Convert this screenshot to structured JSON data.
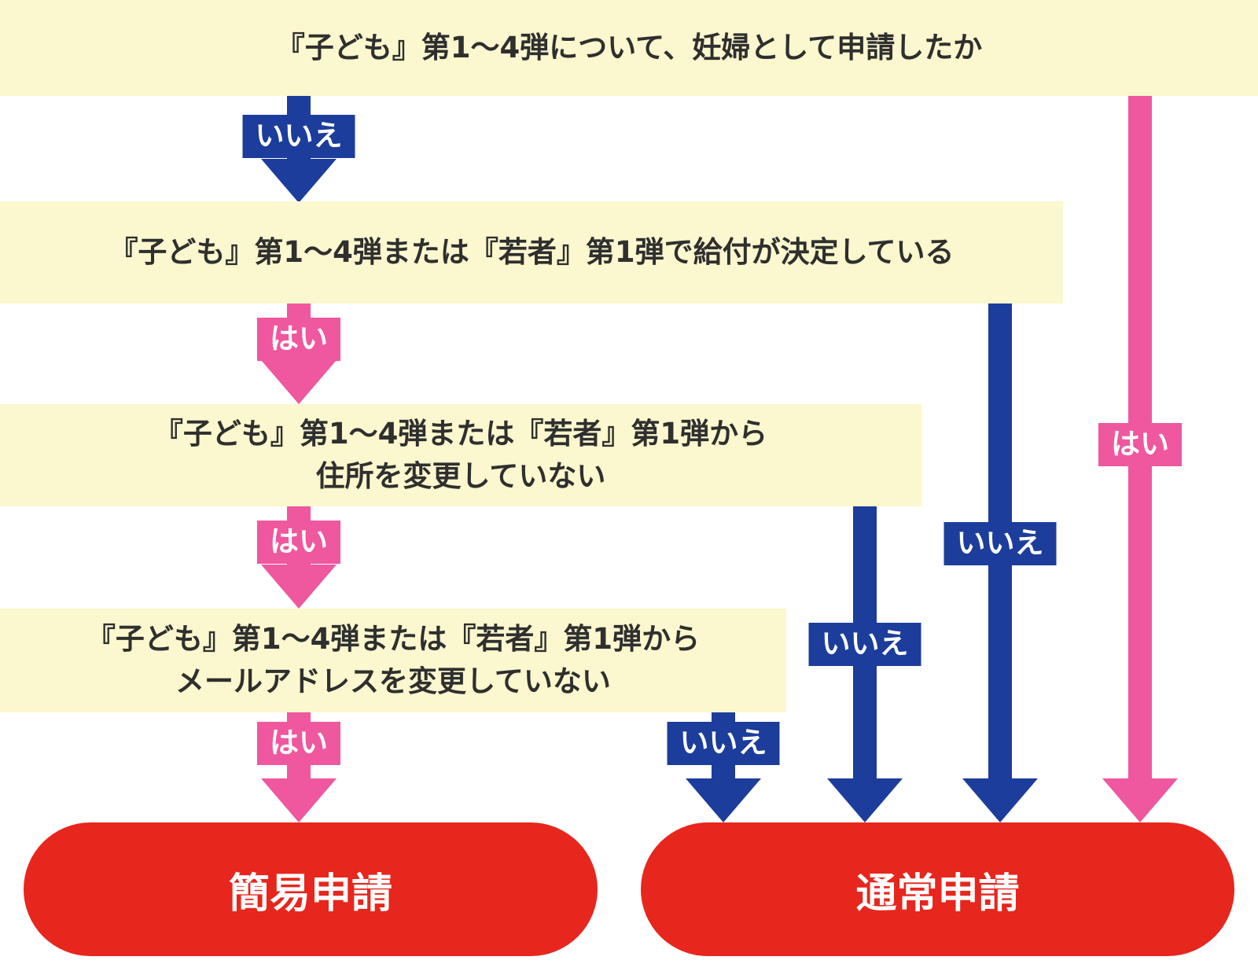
{
  "boxes": {
    "q1": "『子ども』第1〜4弾について、妊婦として申請したか",
    "q2": "『子ども』第1〜4弾または『若者』第1弾で給付が決定している",
    "q3": {
      "line1": "『子ども』第1〜4弾または『若者』第1弾から",
      "line2": "住所を変更していない"
    },
    "q4": {
      "line1": "『子ども』第1〜4弾または『若者』第1弾から",
      "line2": "メールアドレスを変更していない"
    }
  },
  "labels": {
    "yes": "はい",
    "no": "いいえ"
  },
  "results": {
    "simple": "簡易申請",
    "normal": "通常申請"
  },
  "colors": {
    "cream": "#FBF7CE",
    "blue": "#1C3D9B",
    "pink": "#EF579E",
    "red": "#E7261D",
    "text": "#2F2F2F",
    "white": "#FFFFFF"
  }
}
